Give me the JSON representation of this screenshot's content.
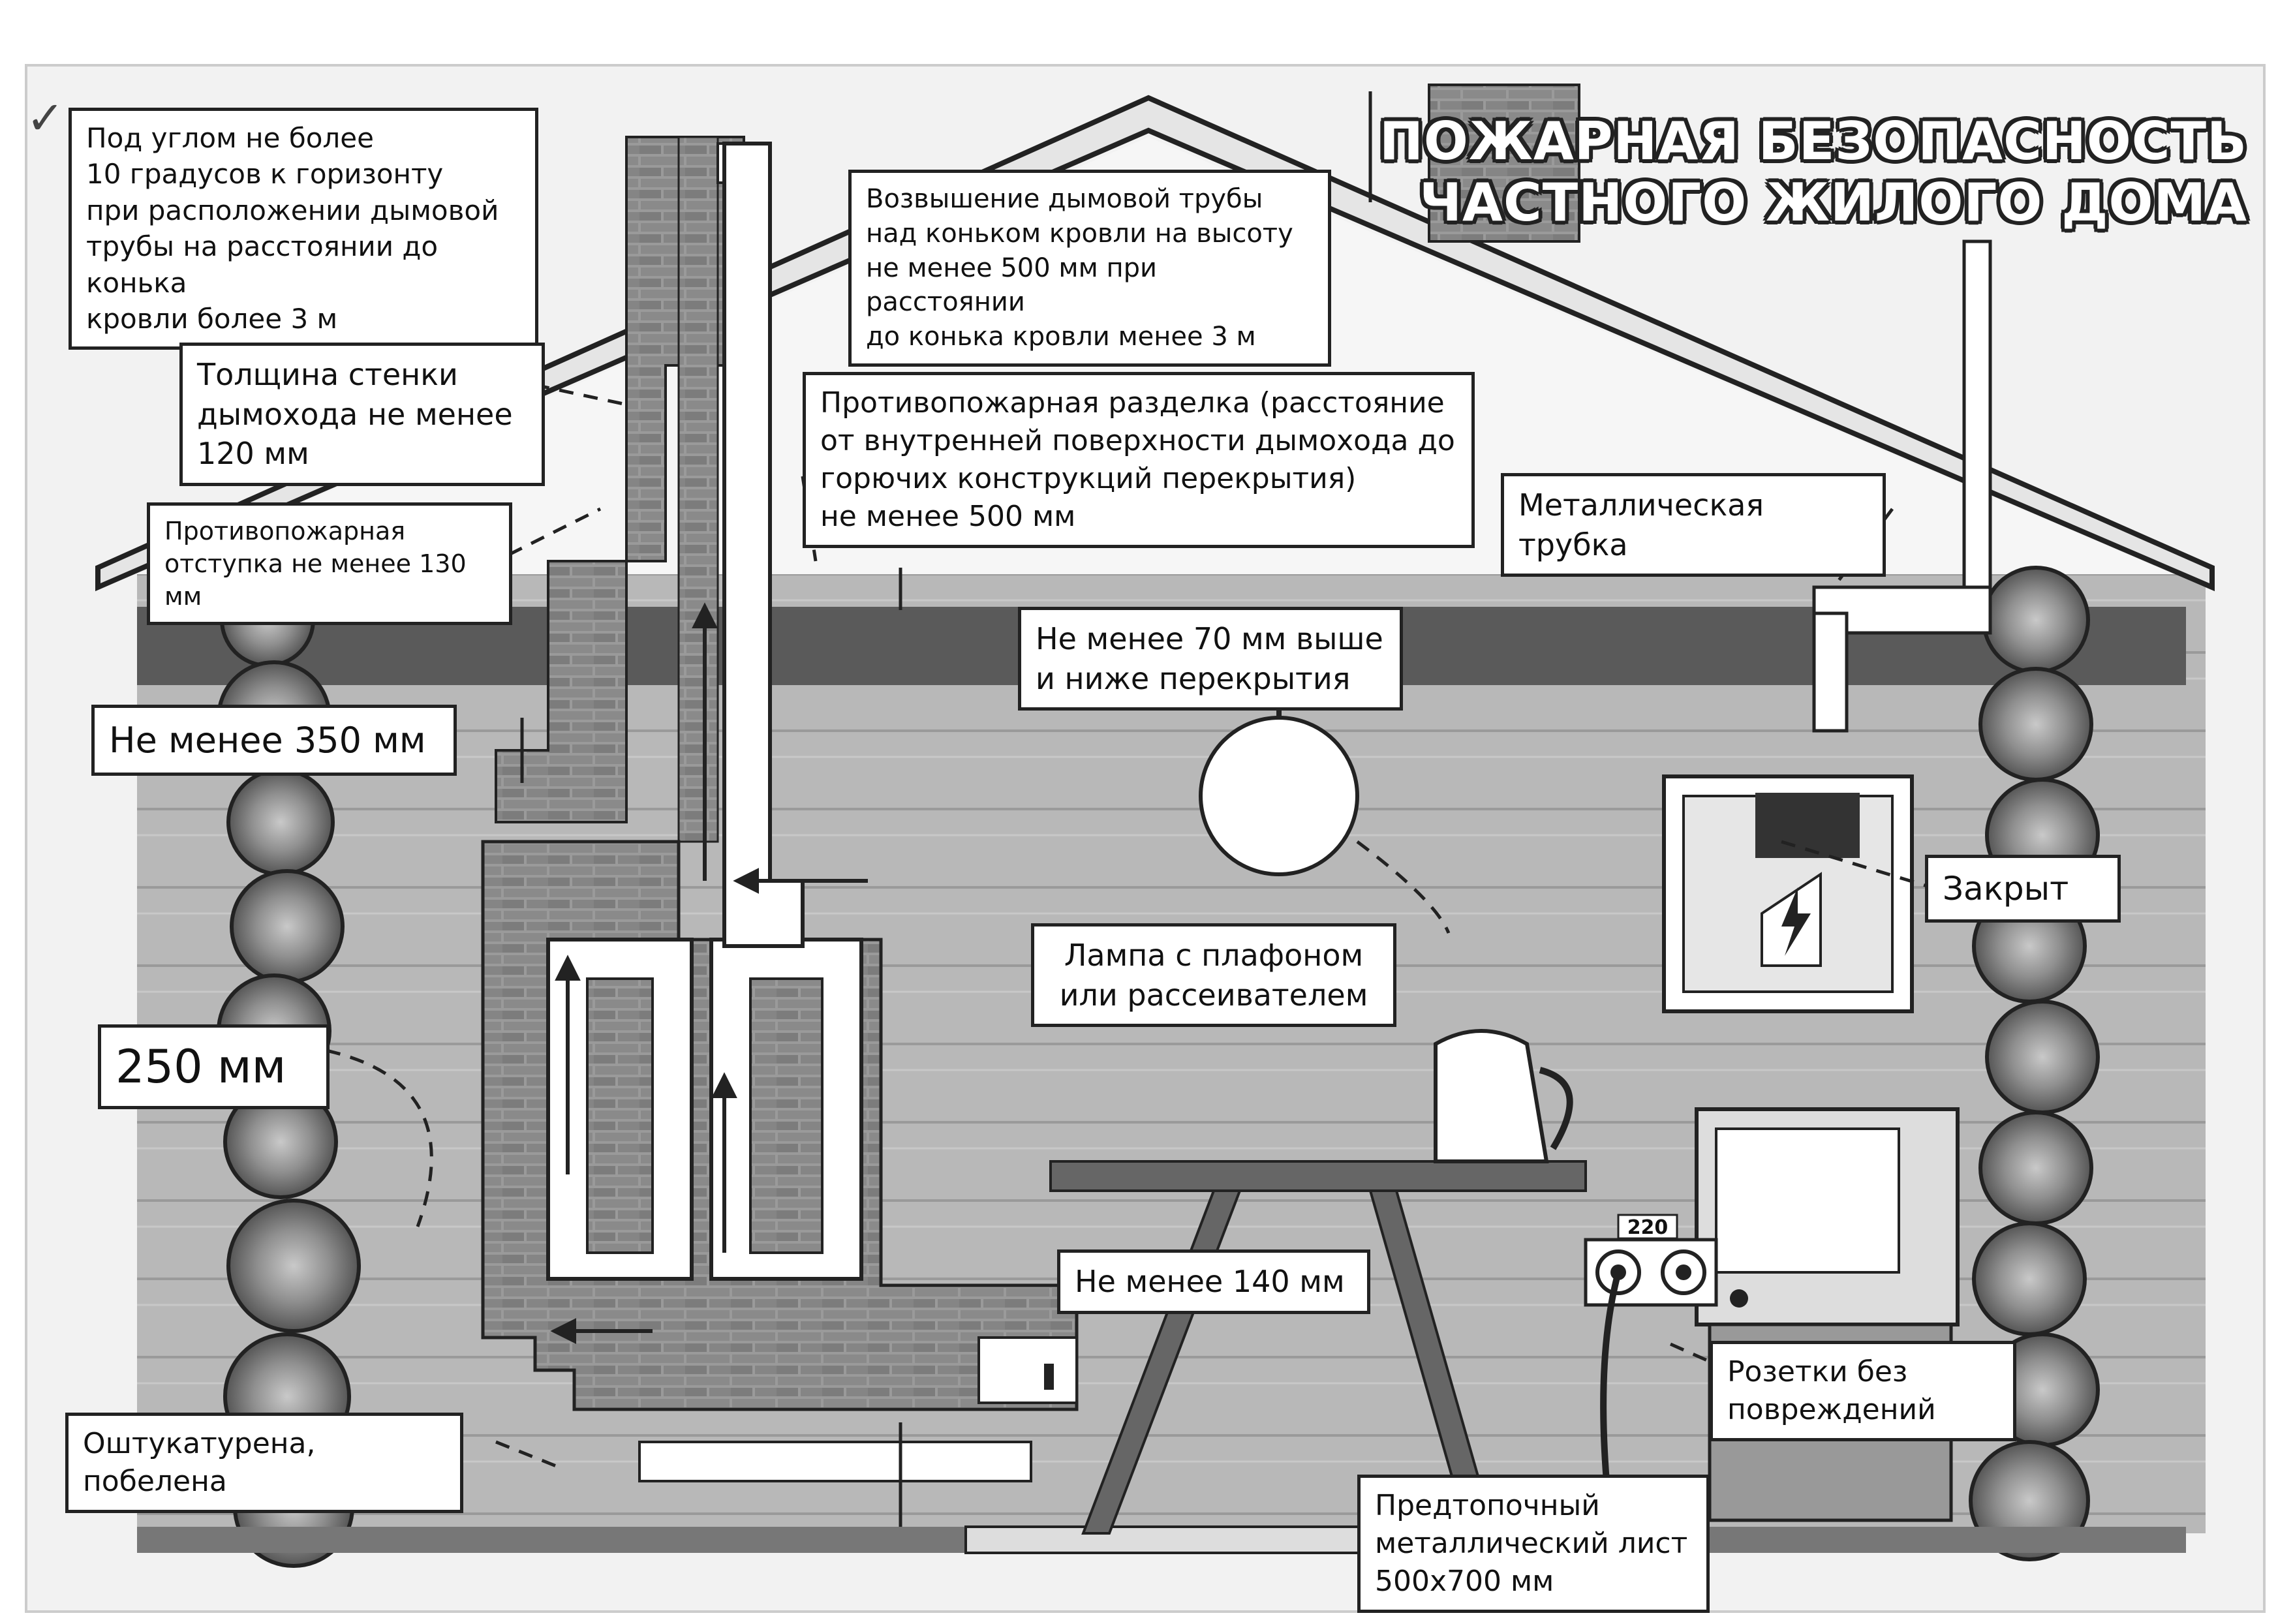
{
  "title": {
    "line1": "ПОЖАРНАЯ БЕЗОПАСНОСТЬ",
    "line2": "ЧАСТНОГО ЖИЛОГО ДОМА"
  },
  "labels": {
    "angle": [
      "Под углом не более",
      "10 градусов к горизонту",
      "при расположении дымовой",
      "трубы на расстоянии до конька",
      "кровли более 3 м"
    ],
    "elevation": [
      "Возвышение дымовой трубы",
      "над коньком кровли на высоту",
      "не менее 500 мм при расстоянии",
      "до конька кровли менее 3 м"
    ],
    "wall_thickness": [
      "Толщина стенки",
      "дымохода не менее",
      "120 мм"
    ],
    "firebreak": [
      "Противопожарная разделка  (расстояние",
      "от внутренней  поверхности дымохода до",
      "горючих конструкций перекрытия)",
      "не менее 500 мм"
    ],
    "metal_tube": [
      "Металлическая трубка"
    ],
    "setback": [
      "Противопожарная",
      "отступка не менее 130 мм"
    ],
    "ceiling_70": [
      "Не менее 70 мм выше",
      "и ниже перекрытия"
    ],
    "min_350": [
      "Не менее 350 мм"
    ],
    "closed": [
      "Закрыт"
    ],
    "lamp": [
      "Лампа с плафоном",
      "или рассеивателем"
    ],
    "mm_250": [
      "250 мм"
    ],
    "min_140": [
      "Не менее 140 мм"
    ],
    "sockets": [
      "Розетки без",
      "повреждений"
    ],
    "plastered": [
      "Оштукатурена, побелена"
    ],
    "sheet": [
      "Предтопочный",
      "металлический лист",
      "500х700 мм"
    ]
  },
  "socket_voltage": "220",
  "colors": {
    "log_dark": "#6e6e6e",
    "log_light": "#a9a9a9",
    "brick": "#8a8a8a",
    "beam": "#5a5a5a",
    "outline": "#222222",
    "paper": "#ffffff"
  },
  "icons": [
    "checkmark-icon",
    "lightning-icon",
    "arrow-up-icon",
    "arrow-left-icon"
  ]
}
